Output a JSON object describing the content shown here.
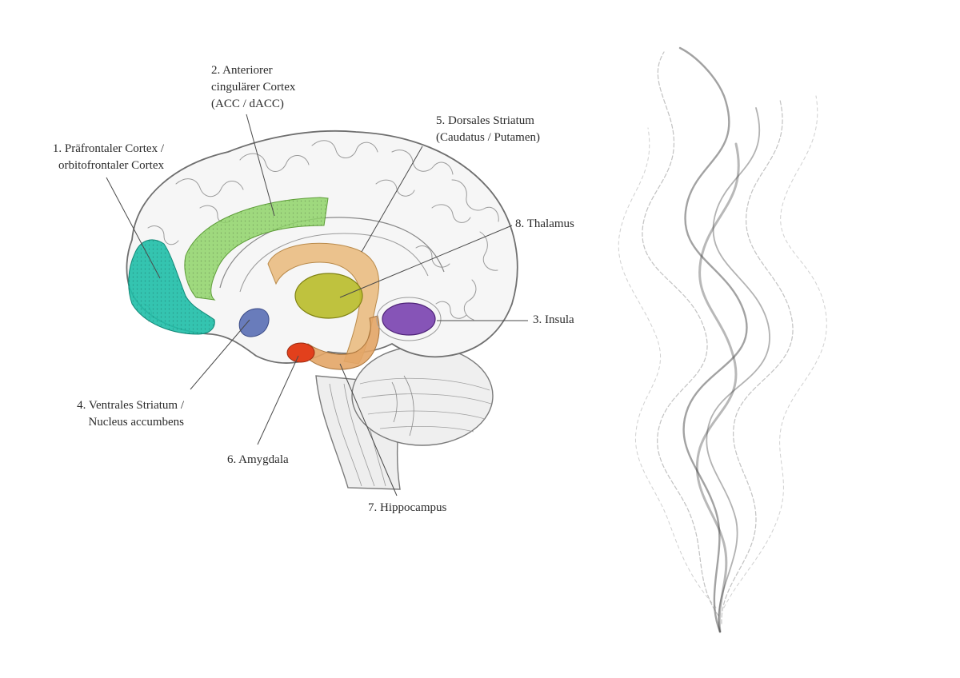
{
  "labels": {
    "pfc": {
      "lines": [
        "1. Präfrontaler Cortex /",
        "orbitofrontaler Cortex"
      ]
    },
    "acc": {
      "lines": [
        "2. Anteriorer",
        "cingulärer Cortex",
        "(ACC / dACC)"
      ]
    },
    "insula": {
      "lines": [
        "3. Insula"
      ]
    },
    "ventral_striatum": {
      "lines": [
        "4. Ventrales Striatum /",
        "Nucleus accumbens"
      ]
    },
    "dorsal_striatum": {
      "lines": [
        "5. Dorsales Striatum",
        "(Caudatus / Putamen)"
      ]
    },
    "amygdala": {
      "lines": [
        "6. Amygdala"
      ]
    },
    "hippocampus": {
      "lines": [
        "7. Hippocampus"
      ]
    },
    "thalamus": {
      "lines": [
        "8. Thalamus"
      ]
    }
  },
  "colors": {
    "pfc": "#1fbfa8",
    "acc": "#8fd468",
    "insula": "#7a43b0",
    "ventral_striatum": "#5a6fb5",
    "dorsal_striatum": "#e9b87a",
    "amygdala": "#e2401c",
    "hippocampus": "#e3a566",
    "thalamus": "#b9bc2a",
    "brain_fill": "#f6f6f6",
    "brain_stroke": "#6f6f6f",
    "leader": "#4a4a4a",
    "smoke": "#555555"
  },
  "icons": {
    "brain": "brain-illustration",
    "smoke": "smoke-illustration"
  }
}
